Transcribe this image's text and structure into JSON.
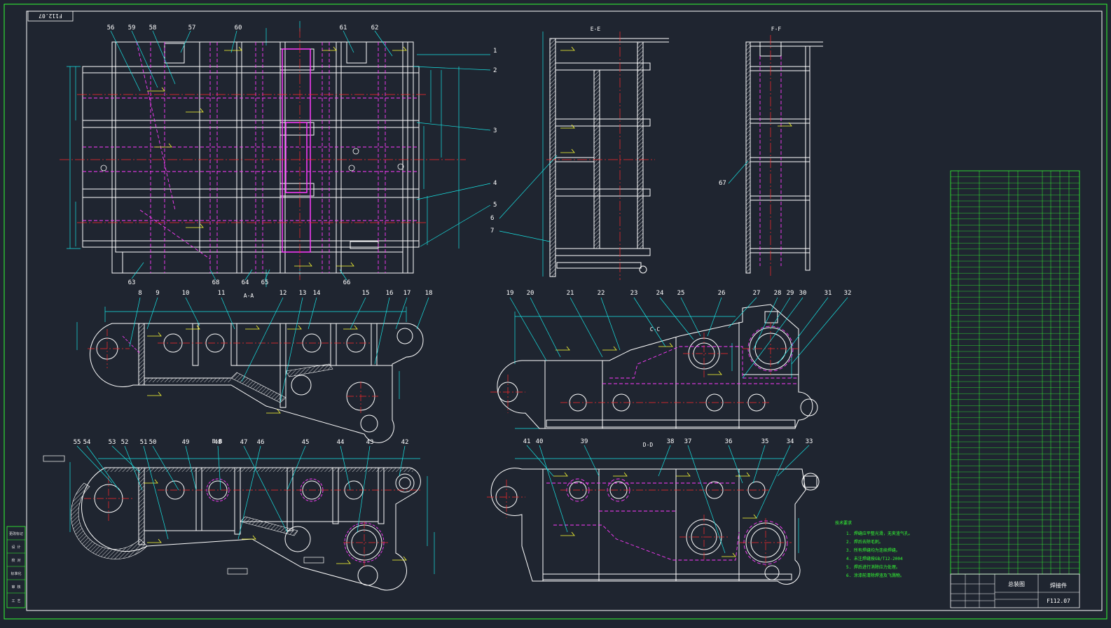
{
  "drawing": {
    "code": "F112.07",
    "stamp_text": "F112.07",
    "title_name": "焊接件",
    "title_label": "总装图",
    "section_labels": [
      "E-E",
      "F-F",
      "A-A",
      "B-B",
      "C-C",
      "D-D"
    ]
  },
  "colors": {
    "background": "#1f2530",
    "outline": "#ffffff",
    "hidden": "#ff3bff",
    "center": "#ff2a2a",
    "dimension": "#18e5e5",
    "leader": "#18e5e5",
    "frame": "#33ff33",
    "weld": "#ffff33"
  },
  "callouts": {
    "top_view": [
      "56",
      "59",
      "58",
      "57",
      "60",
      "61",
      "62",
      "63",
      "64",
      "65",
      "66",
      "68"
    ],
    "right_side": [
      "1",
      "2",
      "3",
      "4",
      "5",
      "6",
      "7"
    ],
    "side_view": [
      "67"
    ],
    "row_a": [
      "8",
      "9",
      "10",
      "11",
      "12",
      "13",
      "14",
      "15",
      "16",
      "17",
      "18"
    ],
    "row_b": [
      "19",
      "20",
      "21",
      "22",
      "23",
      "24",
      "25",
      "26",
      "27",
      "28",
      "29",
      "30",
      "31",
      "32"
    ],
    "row_c": [
      "55",
      "54",
      "53",
      "52",
      "51",
      "50",
      "49",
      "48",
      "47",
      "46",
      "45",
      "44",
      "43",
      "42"
    ],
    "row_d": [
      "41",
      "40",
      "39",
      "38",
      "37",
      "36",
      "35",
      "34",
      "33"
    ]
  },
  "notes": {
    "title": "技术要求",
    "lines": [
      "1. 焊缝应平整光滑，无夹渣气孔。",
      "2. 焊后去除毛刺。",
      "3. 所有焊缝均为连续焊缝。",
      "4. 未注焊缝按GB/T12-2004",
      "5. 焊后进行消除应力处理。",
      "6. 涂漆前清除焊渣及飞溅物。"
    ]
  },
  "left_bar": [
    "更改标记",
    "设 计",
    "校 对",
    "标准化",
    "审 核",
    "工 艺"
  ]
}
